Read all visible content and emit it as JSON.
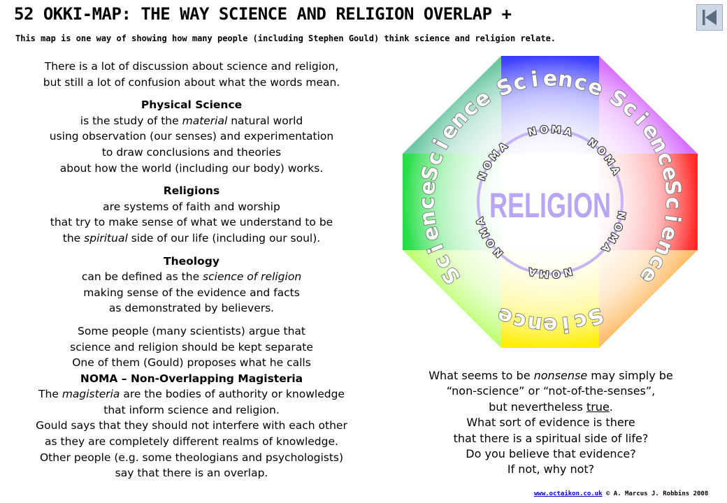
{
  "header": {
    "title": "52 OKKI-MAP: THE WAY SCIENCE AND RELIGION OVERLAP +",
    "subtitle": "This map is one way of showing how many people (including Stephen Gould) think science and religion relate.",
    "back_icon": "skip-back-icon"
  },
  "intro": {
    "line1": "There is a lot of discussion about science and religion,",
    "line2": "but still a lot of confusion about what the words mean."
  },
  "physical_science": {
    "heading": "Physical Science",
    "line1_pre": "is the study of the ",
    "line1_em": "material",
    "line1_post": " natural world",
    "line2": "using observation (our senses) and experimentation",
    "line3": "to draw conclusions and theories",
    "line4": "about how the world (including our body) works."
  },
  "religions": {
    "heading": "Religions",
    "line1": "are systems of faith and worship",
    "line2": "that try to make sense of what we understand to be",
    "line3_pre": "the ",
    "line3_em": "spiritual",
    "line3_post": " side of our life (including our soul)."
  },
  "theology": {
    "heading": "Theology",
    "line1_pre": "can be defined as the ",
    "line1_em": "science of religion",
    "line2": "making sense of the evidence and facts",
    "line3": "as demonstrated by believers."
  },
  "noma_section": {
    "line1": "Some people (many scientists) argue that",
    "line2": "science and religion should be kept separate",
    "line3": "One of them (Gould) proposes what he calls",
    "heading": "NOMA – Non-Overlapping Magisteria",
    "line4_pre": "The ",
    "line4_em": "magisteria",
    "line4_post": " are the bodies of authority or knowledge",
    "line5": "that inform science and religion.",
    "line6": "Gould says that they should not interfere with each other",
    "line7": "as they are completely different realms of knowledge.",
    "line8": "Other people (e.g. some theologians and psychologists)",
    "line9": "say that there is an overlap."
  },
  "diagram": {
    "center_label": "RELIGION",
    "ring_word": "NOMA",
    "outer_word": "Science",
    "colors": {
      "top": "#3b3bff",
      "top_right": "#c020ff",
      "right": "#ff2a2a",
      "bottom_right": "#ff9a1a",
      "bottom": "#ffee00",
      "bottom_left": "#9cff2a",
      "left": "#22dd44",
      "top_left": "#1aa870",
      "religion": "#b9a6f2",
      "ring": "#c7b4f5"
    }
  },
  "right_text": {
    "line1_pre": "What seems to be ",
    "line1_em": "nonsense",
    "line1_post": " may simply be",
    "line2": "“non-science” or “not-of-the-senses”,",
    "line3_pre": "but nevertheless ",
    "line3_u": "true",
    "line3_post": ".",
    "line4": "What sort of evidence is there",
    "line5": "that there is a spiritual side of life?",
    "line6": "Do you believe that evidence?",
    "line7": "If not, why not?"
  },
  "footer": {
    "link": "www.octaikon.co.uk",
    "credit": " © A. Marcus J. Robbins 2008"
  }
}
